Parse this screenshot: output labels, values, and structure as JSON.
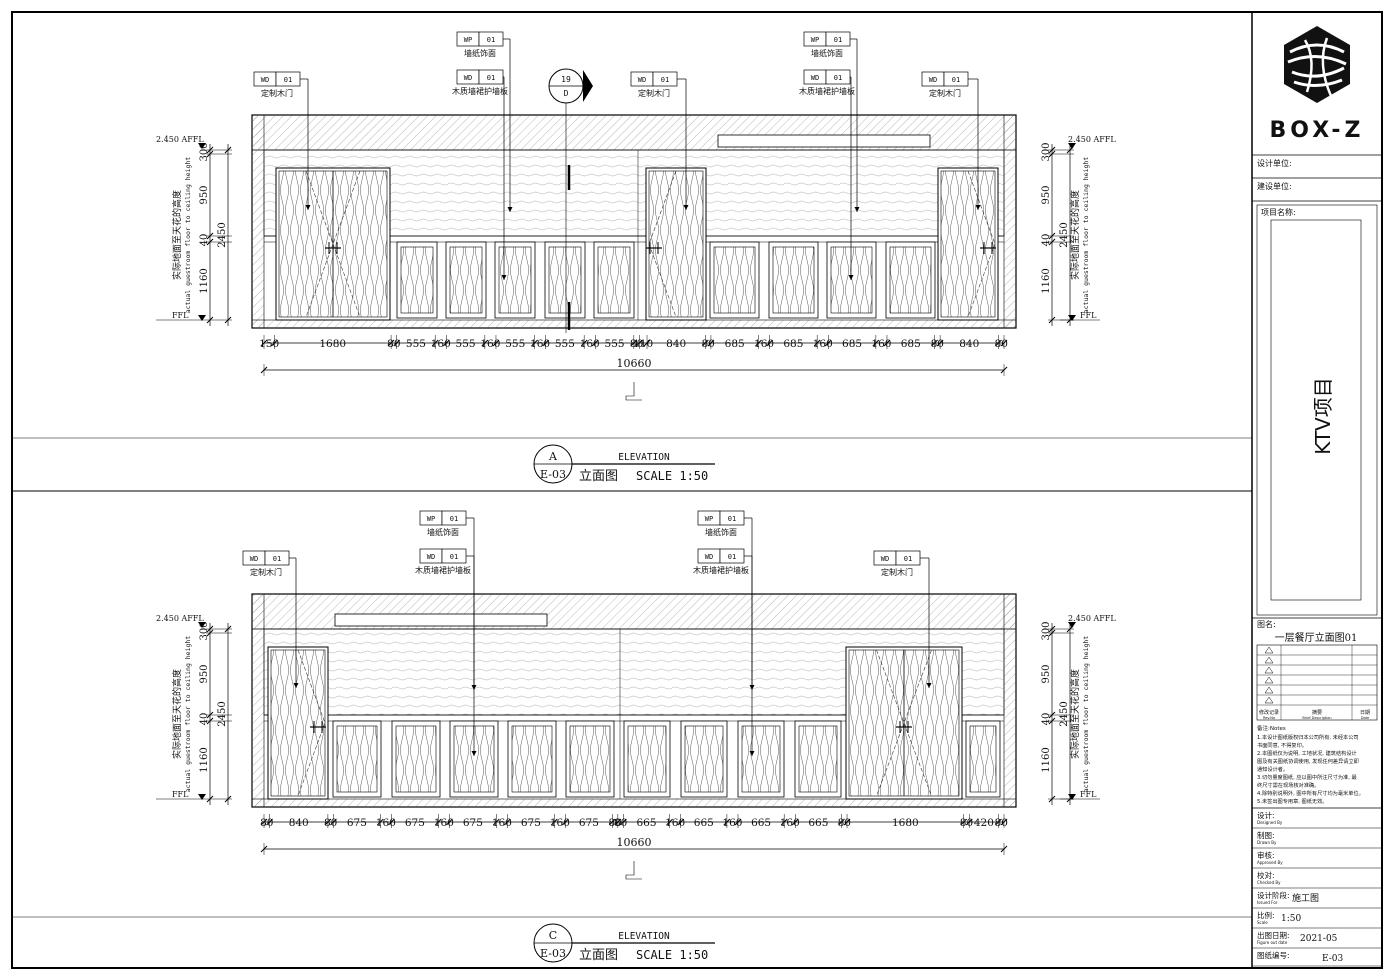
{
  "title_block": {
    "brand": "BOX-Z",
    "design_unit_label": "设计单位:",
    "construction_unit_label": "建设单位:",
    "project_name_label": "项目名称:",
    "project_name": "KTV项目",
    "drawing_name_label": "图名:",
    "drawing_name": "一层餐厅立面图01",
    "revision_headers": [
      "修改记录",
      "摘要",
      "日期"
    ],
    "revision_headers_en": [
      "Rev.No",
      "Brief Description",
      "Date"
    ],
    "notes_title": "备注:Notes",
    "notes": [
      "1.本设计图纸版权归本公司所有, 未经本公司",
      "书面同意, 不得复印。",
      "2.本图纸仅为说明, 工地状况, 建筑结构设计",
      "图及有关图纸协调使用, 发现任何差异请立即",
      "通知设计者。",
      "3.切勿量度图纸, 应以图中所注尺寸为准, 最",
      "终尺寸需在现场核对准确。",
      "4.除特别说明外, 图中所有尺寸均为毫米单位。",
      "5.未签出图专用章, 图纸无效。"
    ],
    "designed_by_label": "设计:",
    "designed_by_en": "Designed By",
    "drawn_by_label": "制图:",
    "drawn_by_en": "Drawn By",
    "approved_by_label": "审核:",
    "approved_by_en": "Approved By",
    "checked_by_label": "校对:",
    "checked_by_en": "Checked By",
    "stage_label": "设计阶段:",
    "stage_en": "Issued For",
    "stage_value": "施工图",
    "scale_label": "比例:",
    "scale_en": "Scale",
    "scale_value": "1:50",
    "date_label": "出图日期:",
    "date_en": "Figure out date",
    "date_value": "2021-05",
    "sheet_no_label": "图纸编号:",
    "sheet_no_value": "E-03"
  },
  "elevation_a": {
    "tags": [
      {
        "code": "WD",
        "num": "01",
        "desc": "定制木门"
      },
      {
        "code": "WP",
        "num": "01",
        "desc": "墙纸饰面"
      },
      {
        "code": "WD",
        "num": "01",
        "desc": "木质墙裙护墙板"
      },
      {
        "code": "WD",
        "num": "01",
        "desc": "定制木门"
      },
      {
        "code": "WP",
        "num": "01",
        "desc": "墙纸饰面"
      },
      {
        "code": "WD",
        "num": "01",
        "desc": "木质墙裙护墙板"
      },
      {
        "code": "WD",
        "num": "01",
        "desc": "定制木门"
      }
    ],
    "section_marker": {
      "top": "19",
      "bottom": "D"
    },
    "level_top": "2.450 AFFL",
    "level_bottom": "FFL",
    "side_label_cn": "实际地面至天花的高度",
    "side_label_en": "actual guestroom floor to ceiling height",
    "vertical_dims": [
      "300",
      "950",
      "40",
      "1160"
    ],
    "total_height": "2450",
    "horizontal_dims": [
      "150",
      "1680",
      "80",
      "555",
      "160",
      "555",
      "160",
      "555",
      "160",
      "555",
      "160",
      "555",
      "80",
      "110",
      "840",
      "80",
      "685",
      "160",
      "685",
      "160",
      "685",
      "160",
      "685",
      "80",
      "840",
      "80"
    ],
    "total_width": "10660",
    "title_letter": "A",
    "title_sheet": "E-03",
    "title_en": "ELEVATION",
    "title_cn": "立面图",
    "title_scale": "SCALE 1:50"
  },
  "elevation_c": {
    "tags": [
      {
        "code": "WD",
        "num": "01",
        "desc": "定制木门"
      },
      {
        "code": "WP",
        "num": "01",
        "desc": "墙纸饰面"
      },
      {
        "code": "WD",
        "num": "01",
        "desc": "木质墙裙护墙板"
      },
      {
        "code": "WP",
        "num": "01",
        "desc": "墙纸饰面"
      },
      {
        "code": "WD",
        "num": "01",
        "desc": "木质墙裙护墙板"
      },
      {
        "code": "WD",
        "num": "01",
        "desc": "定制木门"
      }
    ],
    "level_top": "2.450 AFFL",
    "level_bottom": "FFL",
    "side_label_cn": "实际地面至天花的高度",
    "side_label_en": "actual guestroom floor to ceiling height",
    "vertical_dims": [
      "300",
      "950",
      "40",
      "1160"
    ],
    "total_height": "2450",
    "horizontal_dims": [
      "80",
      "840",
      "80",
      "675",
      "160",
      "675",
      "160",
      "675",
      "160",
      "675",
      "160",
      "675",
      "80",
      "80",
      "665",
      "160",
      "665",
      "160",
      "665",
      "160",
      "665",
      "80",
      "1680",
      "80",
      "420",
      "80"
    ],
    "total_width": "10660",
    "title_letter": "C",
    "title_sheet": "E-03",
    "title_en": "ELEVATION",
    "title_cn": "立面图",
    "title_scale": "SCALE 1:50"
  }
}
